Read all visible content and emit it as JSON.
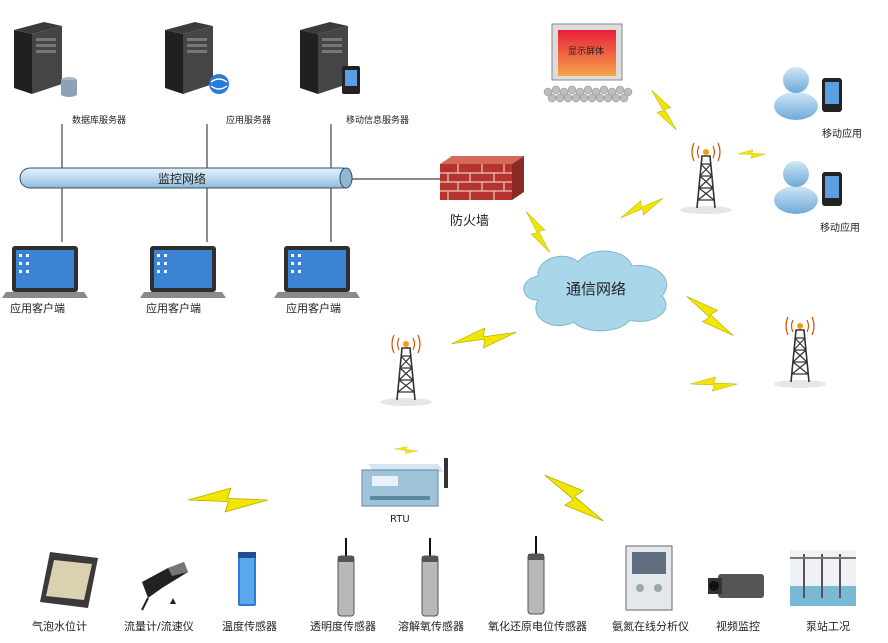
{
  "network_bus_label": "监控网络",
  "servers": [
    {
      "label": "数据库服务器"
    },
    {
      "label": "应用服务器"
    },
    {
      "label": "移动信息服务器"
    }
  ],
  "clients": [
    {
      "label": "应用客户端"
    },
    {
      "label": "应用客户端"
    },
    {
      "label": "应用客户端"
    }
  ],
  "firewall_label": "防火墙",
  "cloud_label": "通信网络",
  "display_screen_label": "显示屏体",
  "mobile_apps": [
    {
      "label": "移动应用"
    },
    {
      "label": "移动应用"
    }
  ],
  "rtu_label": "RTU",
  "sensors": [
    {
      "label": "气泡水位计"
    },
    {
      "label": "流量计/流速仪"
    },
    {
      "label": "温度传感器"
    },
    {
      "label": "透明度传感器"
    },
    {
      "label": "溶解氧传感器"
    },
    {
      "label": "氧化还原电位传感器"
    },
    {
      "label": "氨氮在线分析仪"
    },
    {
      "label": "视频监控"
    },
    {
      "label": "泵站工况"
    }
  ],
  "colors": {
    "bus": "#bcd9ee",
    "cloud": "#a9d6e8",
    "lightning": "#f2e600",
    "firewall": "#b5352e",
    "screen": "#e8203a"
  }
}
